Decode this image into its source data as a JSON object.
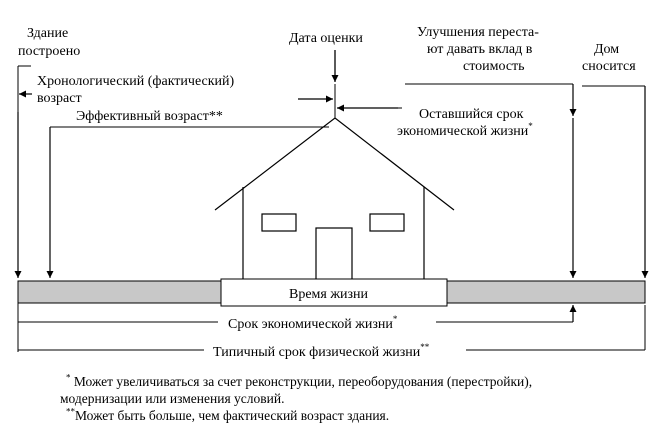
{
  "labels": {
    "built_line1": "Здание",
    "built_line2": "построено",
    "valuation_date": "Дата оценки",
    "improvements_line1": "Улучшения переста-",
    "improvements_line2": "ют давать вклад в",
    "improvements_line3": "стоимость",
    "demolished_line1": "Дом",
    "demolished_line2": "сносится",
    "chrono_age_line1": "Хронологический (фактический)",
    "chrono_age_line2": "возраст",
    "effective_age": "Эффективный возраст",
    "effective_age_mark": "**",
    "remaining_line1": "Оставшийся срок",
    "remaining_line2": "экономической жизни",
    "remaining_mark": "*",
    "lifetime": "Время жизни",
    "economic_life": "Срок экономической жизни",
    "economic_life_mark": "*",
    "physical_life": "Типичный срок физической жизни",
    "physical_life_mark": "**"
  },
  "footnotes": {
    "fn1_mark": "*",
    "fn1_line1": "Может увеличиваться за счет реконструкции, переоборудования (перестройки),",
    "fn1_line2": "модернизации или изменения условий.",
    "fn2_mark": "**",
    "fn2_text": "Может быть больше, чем фактический возраст здания."
  },
  "colors": {
    "bar_fill": "#c8c8c8",
    "stroke": "#000000"
  }
}
